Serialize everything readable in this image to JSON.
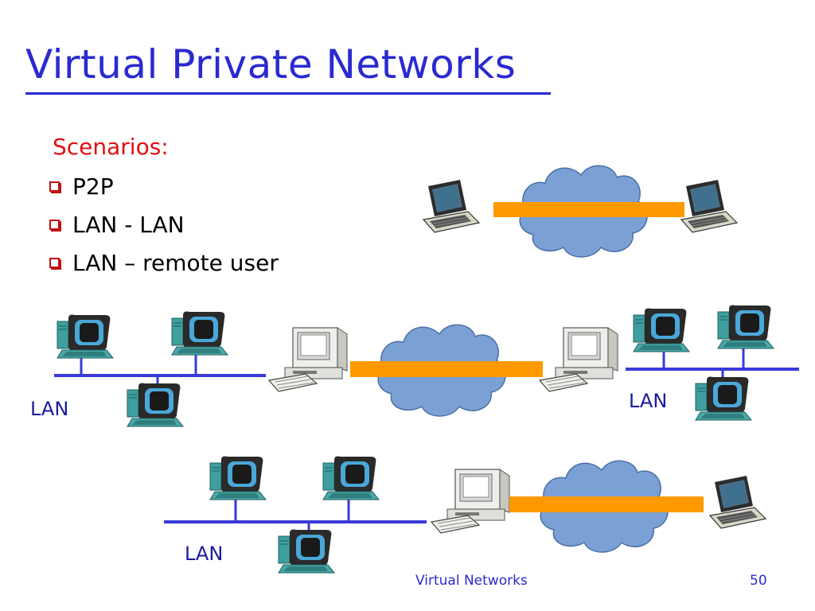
{
  "slide": {
    "title": "Virtual Private Networks",
    "subtitle": "Scenarios:",
    "bullets": [
      "P2P",
      "LAN - LAN",
      "LAN – remote user"
    ]
  },
  "labels": {
    "lan_left": "LAN",
    "lan_right": "LAN",
    "lan_bottom": "LAN"
  },
  "footer": {
    "left": "Virtual Networks",
    "page_number": "50"
  },
  "colors": {
    "title": "#2a2ad0",
    "subtitle": "#e01010",
    "tunnel": "#ff9900",
    "cloud": "#7aa0d4",
    "lan_bus": "#3a3ad8",
    "label": "#1a1aa0"
  },
  "icons": [
    "laptop-icon",
    "cloud-icon",
    "workstation-icon",
    "server-pc-icon",
    "tunnel-bar"
  ]
}
